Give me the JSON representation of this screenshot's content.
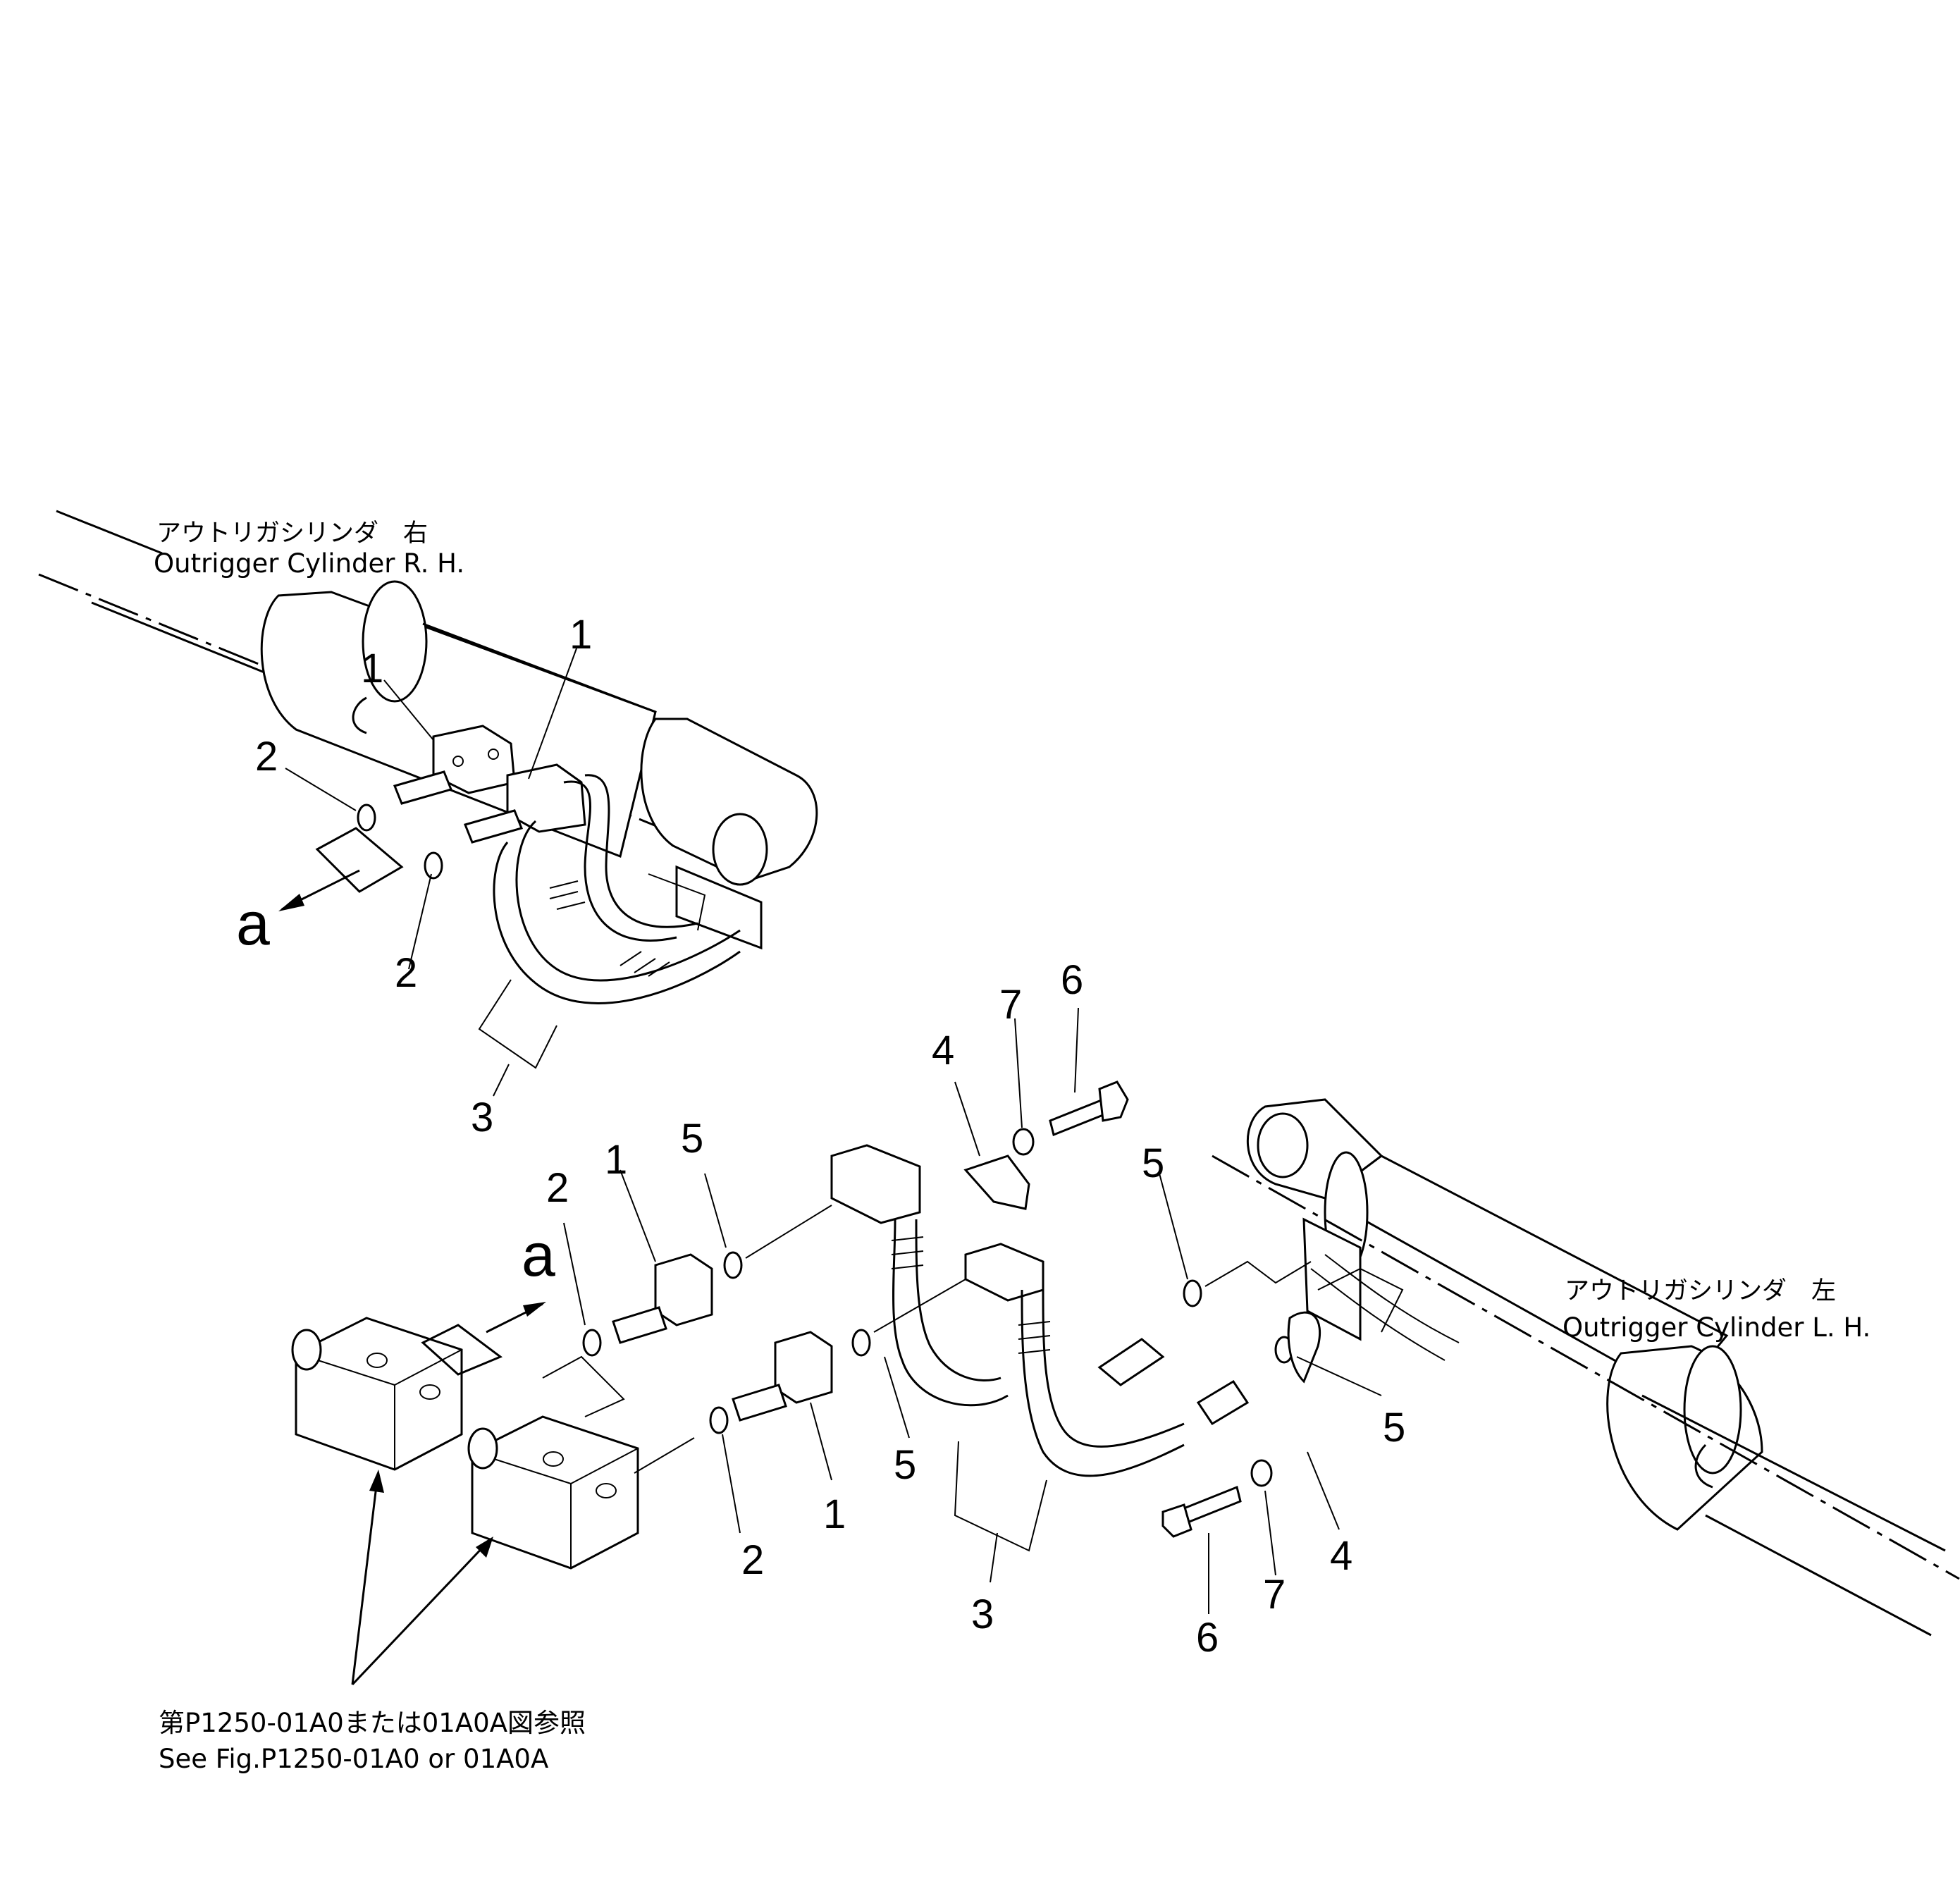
{
  "rh_cylinder": {
    "label_jp": "アウトリガシリンダ　右",
    "label_en": "Outrigger  Cylinder  R. H."
  },
  "lh_cylinder": {
    "label_jp": "アウトリガシリンダ　左",
    "label_en": "Outrigger  Cylinder  L. H."
  },
  "reference": {
    "note_jp": "第P1250-01A0または01A0A図参照",
    "note_en": "See Fig.P1250-01A0 or 01A0A"
  },
  "view_marker": "a",
  "callouts": {
    "rh_1a": "1",
    "rh_1b": "1",
    "rh_2a": "2",
    "rh_2b": "2",
    "rh_3": "3",
    "c_2": "2",
    "c_1": "1",
    "c_5a": "5",
    "c_4a": "4",
    "c_7a": "7",
    "c_6a": "6",
    "c_5b": "5",
    "c_5c": "5",
    "c_1b": "1",
    "c_5d": "5",
    "c_2b": "2",
    "c_3": "3",
    "c_6b": "6",
    "c_7b": "7",
    "c_4b": "4"
  }
}
